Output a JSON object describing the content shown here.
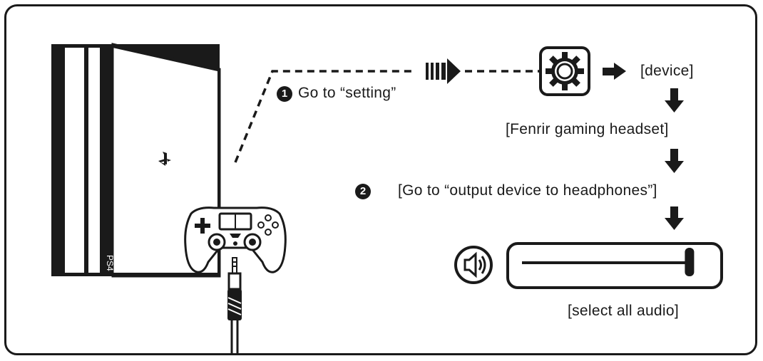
{
  "step1": {
    "marker": "1",
    "label": "Go to “setting”"
  },
  "menu": {
    "device": "[device]",
    "headset": "[Fenrir gaming headset]",
    "step2_marker": "2",
    "output": "[Go to “output device to headphones”]",
    "select_all_audio": "[select all audio]"
  },
  "console": {
    "model_label": "PS4"
  },
  "volume": {
    "level": 0.87
  },
  "icons": {
    "console": "ps4-console-icon",
    "controller": "dualshock-controller-icon",
    "plug": "audio-jack-plug-icon",
    "settings": "settings-gear-icon",
    "speaker": "speaker-volume-icon",
    "arrows": "arrow-right-icon, arrow-down-icon"
  },
  "colors": {
    "ink": "#1a1a1a",
    "background": "#ffffff"
  }
}
